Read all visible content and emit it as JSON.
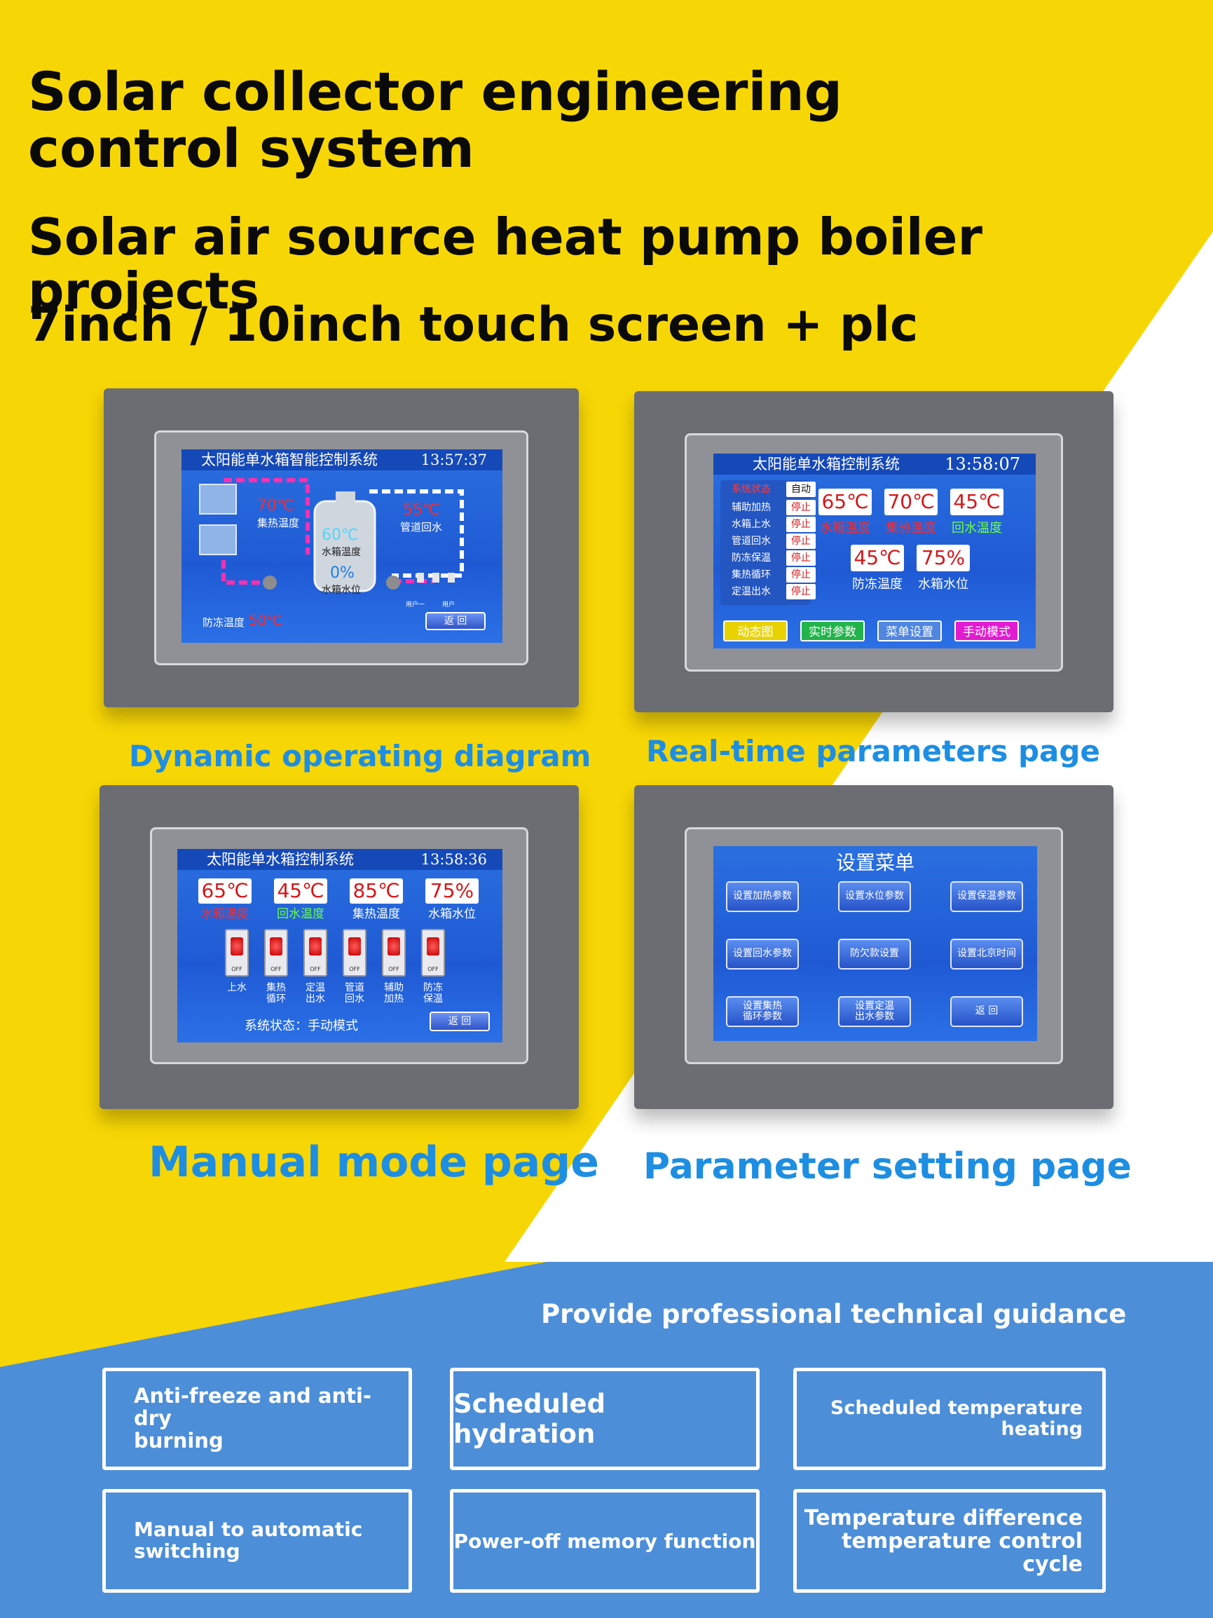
{
  "headlines": {
    "line1": "Solar collector engineering control system",
    "line2": "Solar air source heat pump boiler projects",
    "line3": "7inch / 10inch touch screen + plc"
  },
  "captions": {
    "dynamic": "Dynamic operating diagram",
    "realtime": "Real-time parameters page",
    "manual": "Manual mode page",
    "setting": "Parameter setting page"
  },
  "screen1": {
    "title": "太阳能单水箱智能控制系统",
    "time": "13:57:37",
    "collector_temp": "70℃",
    "collector_label": "集热温度",
    "pipe_temp": "55℃",
    "pipe_label": "管道回水",
    "tank_temp": "60℃",
    "tank_temp_label": "水箱温度",
    "tank_level": "0%",
    "tank_level_label": "水箱水位",
    "antifreeze_label": "防冻温度",
    "antifreeze_temp": "50℃",
    "user1": "用户一",
    "user2": "用户",
    "back": "返  回"
  },
  "screen2": {
    "title": "太阳能单水箱控制系统",
    "time": "13:58:07",
    "mode_label": "系统状态",
    "mode_value": "自动",
    "statuses": [
      {
        "label": "辅助加热",
        "value": "停止"
      },
      {
        "label": "水箱上水",
        "value": "停止"
      },
      {
        "label": "管道回水",
        "value": "停止"
      },
      {
        "label": "防冻保温",
        "value": "停止"
      },
      {
        "label": "集热循环",
        "value": "停止"
      },
      {
        "label": "定温出水",
        "value": "停止"
      }
    ],
    "readings": [
      {
        "value": "65℃",
        "label": "水箱温度"
      },
      {
        "value": "70℃",
        "label": "集热温度"
      },
      {
        "value": "45℃",
        "label": "回水温度"
      },
      {
        "value": "45℃",
        "label": "防冻温度"
      },
      {
        "value": "75%",
        "label": "水箱水位"
      }
    ],
    "tabs": [
      "动态图",
      "实时参数",
      "菜单设置",
      "手动模式"
    ],
    "tab_colors": [
      "#e8d300",
      "#22b34a",
      "#4f86e0",
      "#e21bd0"
    ]
  },
  "screen3": {
    "title": "太阳能单水箱控制系统",
    "time": "13:58:36",
    "readings": [
      {
        "value": "65℃",
        "label": "水箱温度"
      },
      {
        "value": "45℃",
        "label": "回水温度"
      },
      {
        "value": "85℃",
        "label": "集热温度"
      },
      {
        "value": "75%",
        "label": "水箱水位"
      }
    ],
    "switch_off": "OFF",
    "switches": [
      "上水",
      "集热\n循环",
      "定温\n出水",
      "管道\n回水",
      "辅助\n加热",
      "防冻\n保温"
    ],
    "status_text": "系统状态：手动模式",
    "back": "返  回"
  },
  "screen4": {
    "title": "设置菜单",
    "buttons": [
      "设置加热参数",
      "设置水位参数",
      "设置保温参数",
      "设置回水参数",
      "防欠款设置",
      "设置北京时间",
      "设置集热\n循环参数",
      "设置定温\n出水参数",
      "返  回"
    ]
  },
  "guidance": "Provide professional technical guidance",
  "features": [
    "Anti-freeze and anti-dry\nburning",
    "Scheduled hydration",
    "Scheduled temperature\nheating",
    "Manual to automatic\nswitching",
    "Power-off memory function",
    "Temperature difference\ntemperature control cycle"
  ]
}
